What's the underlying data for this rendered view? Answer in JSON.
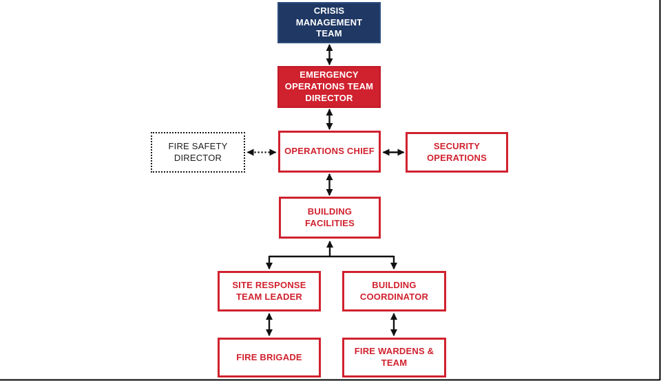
{
  "diagram": {
    "type": "org-chart",
    "colors": {
      "navy_fill": "#1F3864",
      "red_fill": "#D0212E",
      "red_outline": "#D0212E",
      "arrow_black": "#111111",
      "background": "#FFFFFF"
    },
    "nodes": [
      {
        "id": "crisis-management-team",
        "label": "CRISIS\nMANAGEMENT\nTEAM",
        "style": "navy-filled"
      },
      {
        "id": "emergency-operations-team-director",
        "label": "EMERGENCY\nOPERATIONS TEAM\nDIRECTOR",
        "style": "red-filled"
      },
      {
        "id": "fire-safety-director",
        "label": "FIRE SAFETY\nDIRECTOR",
        "style": "black-dotted"
      },
      {
        "id": "operations-chief",
        "label": "OPERATIONS CHIEF",
        "style": "red-outline"
      },
      {
        "id": "security-operations",
        "label": "SECURITY\nOPERATIONS",
        "style": "red-outline"
      },
      {
        "id": "building-facilities",
        "label": "BUILDING\nFACILITIES",
        "style": "red-outline"
      },
      {
        "id": "site-response-team-leader",
        "label": "SITE RESPONSE\nTEAM LEADER",
        "style": "red-outline"
      },
      {
        "id": "building-coordinator",
        "label": "BUILDING\nCOORDINATOR",
        "style": "red-outline"
      },
      {
        "id": "fire-brigade",
        "label": "FIRE BRIGADE",
        "style": "red-outline"
      },
      {
        "id": "fire-wardens-team",
        "label": "FIRE WARDENS &\nTEAM",
        "style": "red-outline"
      }
    ],
    "edges": [
      {
        "from": "crisis-management-team",
        "to": "emergency-operations-team-director",
        "line": "solid",
        "arrows": "both"
      },
      {
        "from": "emergency-operations-team-director",
        "to": "operations-chief",
        "line": "solid",
        "arrows": "both"
      },
      {
        "from": "fire-safety-director",
        "to": "operations-chief",
        "line": "dotted",
        "arrows": "both"
      },
      {
        "from": "operations-chief",
        "to": "security-operations",
        "line": "solid",
        "arrows": "both"
      },
      {
        "from": "operations-chief",
        "to": "building-facilities",
        "line": "solid",
        "arrows": "both"
      },
      {
        "from": "building-facilities",
        "to": "site-response-team-leader",
        "line": "solid",
        "arrows": "branch-up-into-parent-down-into-child"
      },
      {
        "from": "building-facilities",
        "to": "building-coordinator",
        "line": "solid",
        "arrows": "branch-up-into-parent-down-into-child"
      },
      {
        "from": "site-response-team-leader",
        "to": "fire-brigade",
        "line": "solid",
        "arrows": "both"
      },
      {
        "from": "building-coordinator",
        "to": "fire-wardens-team",
        "line": "solid",
        "arrows": "both"
      }
    ],
    "frame": {
      "right_edge_line": true,
      "bottom_edge_line": true
    }
  }
}
